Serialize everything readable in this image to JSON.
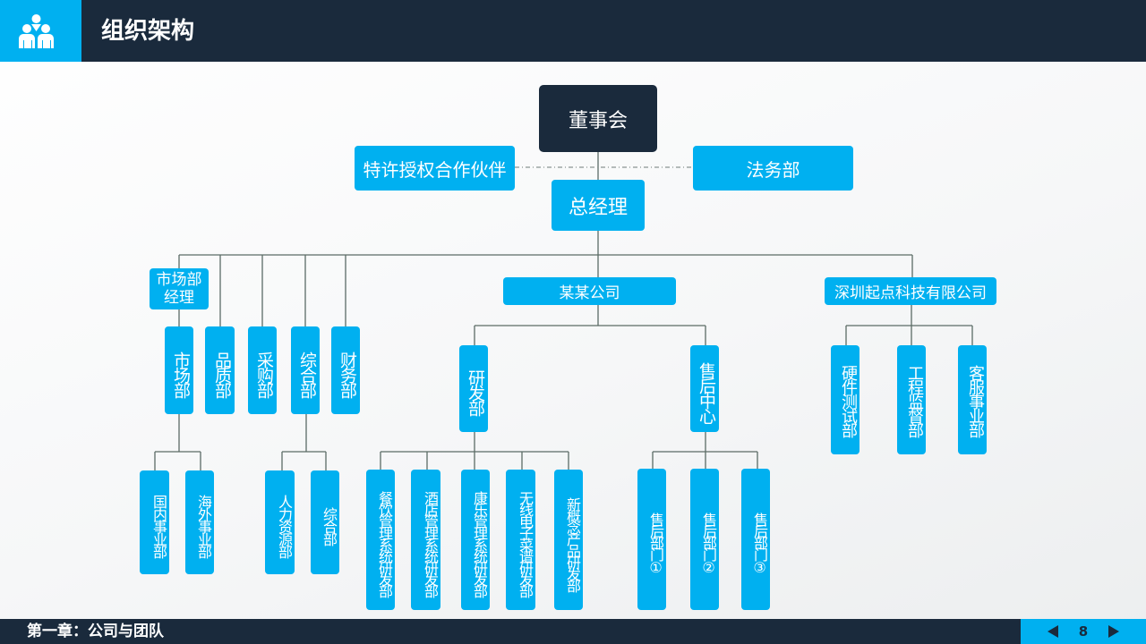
{
  "header": {
    "title": "组织架构",
    "icon": "team-icon"
  },
  "footer": {
    "chapter": "第一章：公司与团队",
    "page": "8",
    "prev_icon": "triangle-left-icon",
    "next_icon": "triangle-right-icon"
  },
  "colors": {
    "accent": "#00b0f0",
    "dark": "#1a2a3c",
    "line": "#5b6b66"
  },
  "org": {
    "board": "董事会",
    "franchise": "特许授权合作伙伴",
    "legal": "法务部",
    "gm": "总经理",
    "market_manager": "市场部经理",
    "depts_left": [
      "市场部",
      "品质部",
      "采购部",
      "综合部",
      "财务部"
    ],
    "market_subs": [
      "国内事业部",
      "海外事业部"
    ],
    "general_subs": [
      "人力资源部",
      "综合部"
    ],
    "company_a": "某某公司",
    "rd": "研发部",
    "after_sales": "售后中心",
    "rd_subs": [
      "餐饮管理系统研发部",
      "酒店管理系统研发部",
      "康乐管理系统研发部",
      "无线电子菜谱研发部",
      "新概念产品研发部"
    ],
    "after_sales_subs": [
      "售后部门①",
      "售后部门②",
      "售后部门③"
    ],
    "company_b": "深圳起点科技有限公司",
    "company_b_subs": [
      "硬件测试部",
      "工程监督部",
      "客服事业部"
    ]
  }
}
